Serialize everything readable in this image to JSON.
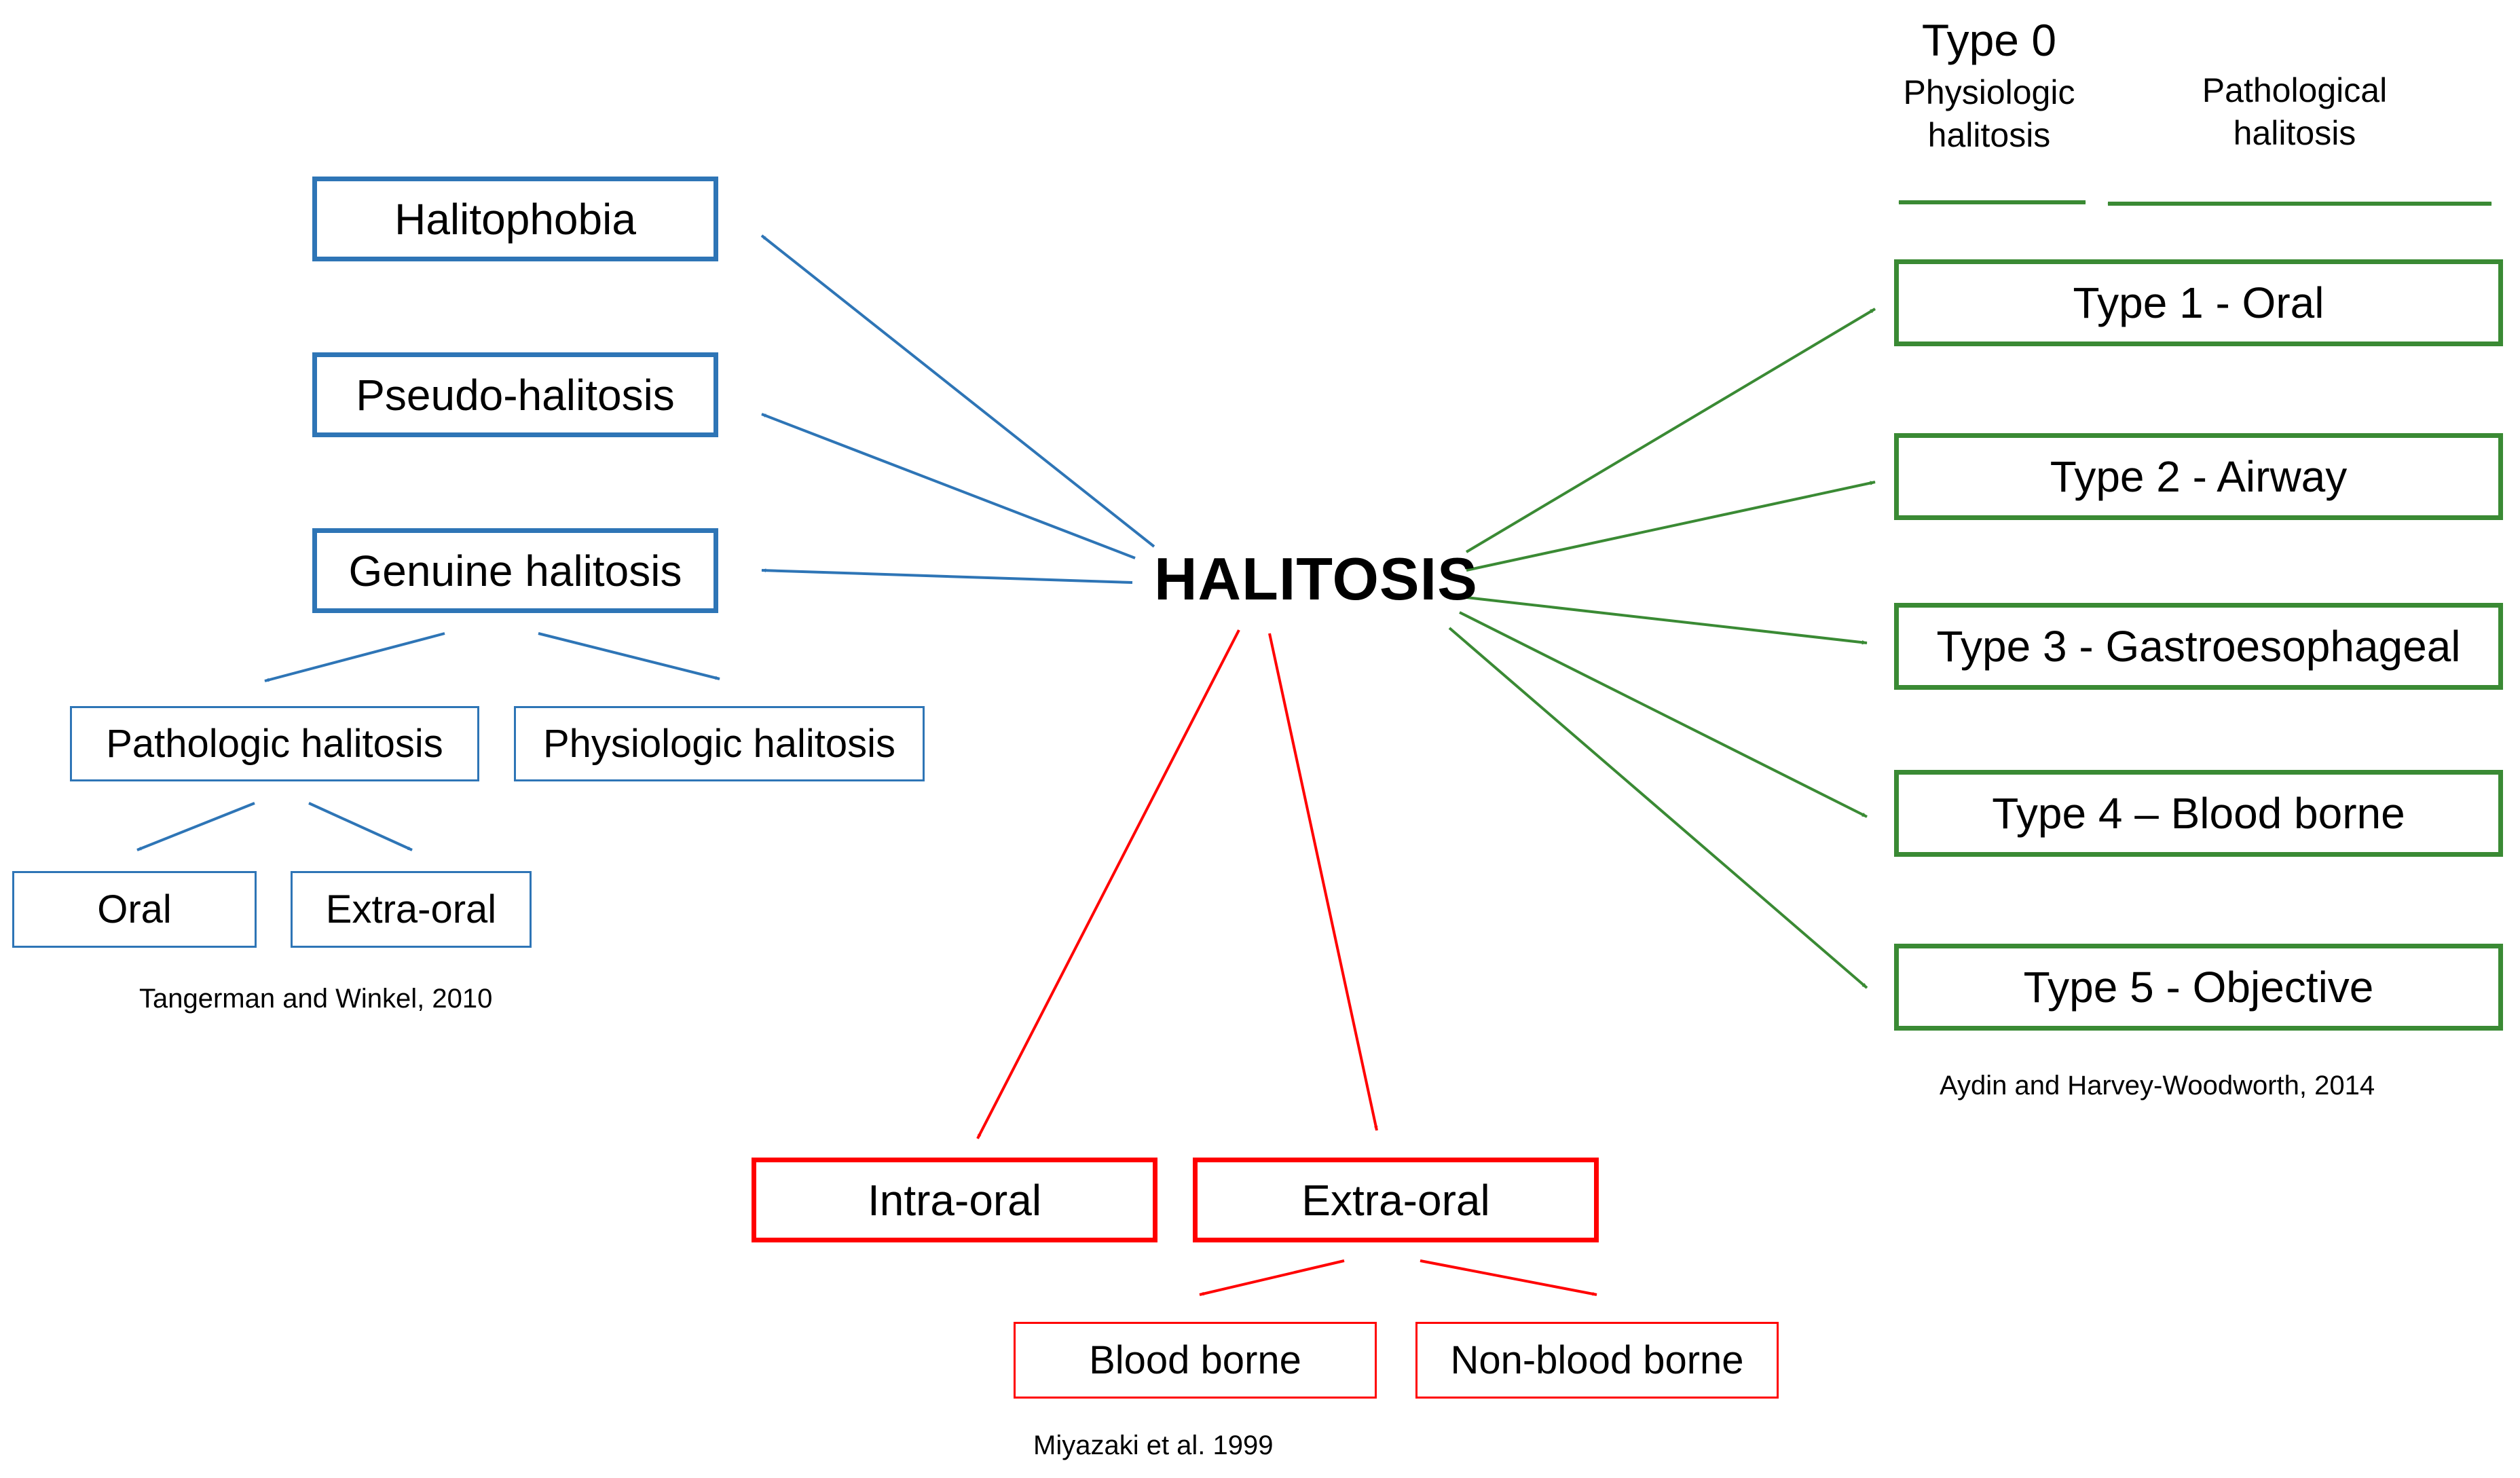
{
  "center": {
    "title": "HALITOSIS"
  },
  "tangerman": {
    "categories": [
      "Halitophobia",
      "Pseudo-halitosis",
      "Genuine halitosis"
    ],
    "genuine_children": [
      "Pathologic halitosis",
      "Physiologic halitosis"
    ],
    "pathologic_children": [
      "Oral",
      "Extra-oral"
    ],
    "citation": "Tangerman and Winkel, 2010"
  },
  "aydin": {
    "header_type0": "Type 0",
    "header_physiologic": "Physiologic halitosis",
    "header_pathological": "Pathological halitosis",
    "types": [
      "Type 1 - Oral",
      "Type 2 - Airway",
      "Type 3 - Gastroesophageal",
      "Type 4 – Blood borne",
      "Type 5 - Objective"
    ],
    "citation": "Aydin and Harvey-Woodworth,  2014"
  },
  "miyazaki": {
    "categories": [
      "Intra-oral",
      "Extra-oral"
    ],
    "extra_children": [
      "Blood borne",
      "Non-blood borne"
    ],
    "citation": "Miyazaki et al. 1999"
  },
  "colors": {
    "blue": "#2e75b6",
    "green": "#3a8a34",
    "red": "#ff0000"
  }
}
